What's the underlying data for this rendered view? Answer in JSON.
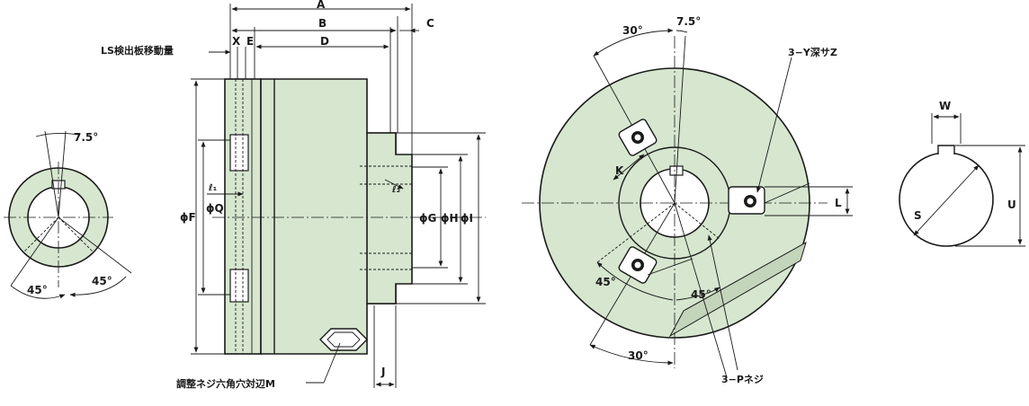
{
  "colors": {
    "body_fill": "#d6e6cf",
    "line": "#1a1a1a",
    "background": "#ffffff"
  },
  "left_view": {
    "angle_top": "7.5°",
    "angle_left": "45°",
    "angle_right": "45°"
  },
  "side_view": {
    "dim_A": "A",
    "dim_B": "B",
    "dim_C": "C",
    "dim_D": "D",
    "dim_X": "X",
    "dim_E": "E",
    "dim_F": "ϕF",
    "dim_Q": "ϕQ",
    "dim_G": "ϕG",
    "dim_H": "ϕH",
    "dim_I": "ϕI",
    "dim_J": "J",
    "dim_l1": "ℓ₁",
    "dim_l2": "ℓ₂",
    "note_ls_plate": "LS検出板移動量",
    "note_adjust_screw": "調整ネジ六角穴対辺M"
  },
  "front_view": {
    "angle_top": "30°",
    "angle_top_small": "7.5°",
    "angle_bottom": "30°",
    "angle_left": "45°",
    "angle_mid": "45°",
    "dim_K": "K",
    "dim_L": "L",
    "note_tapped_holes": "3−Y深サZ",
    "note_screws": "3−Pネジ"
  },
  "key_detail": {
    "dim_W": "W",
    "dim_U": "U",
    "dim_S": "S"
  }
}
